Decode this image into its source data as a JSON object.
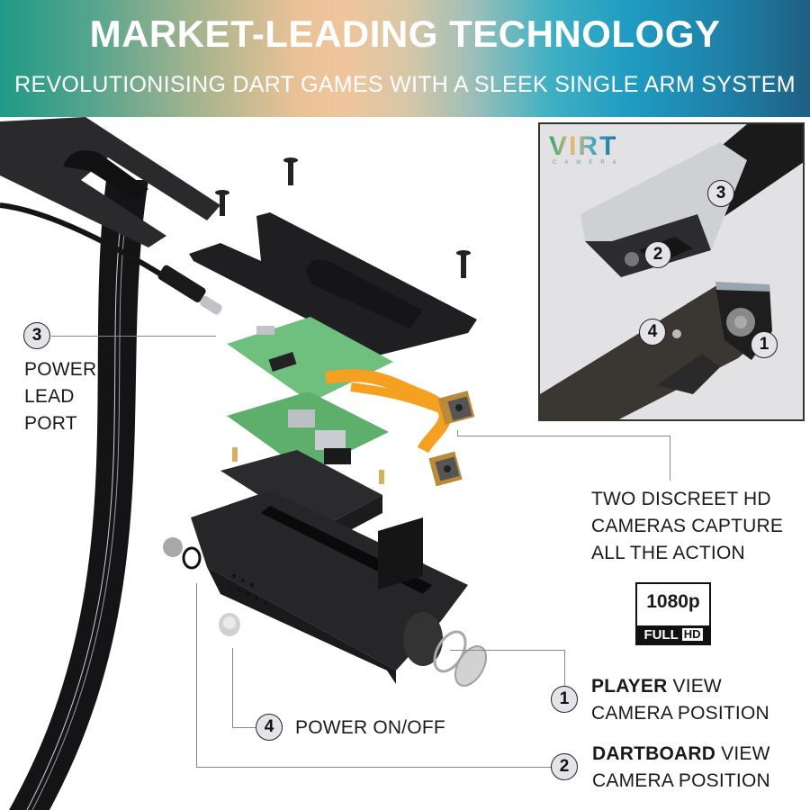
{
  "header": {
    "title": "MARKET-LEADING TECHNOLOGY",
    "subtitle": "REVOLUTIONISING DART GAMES WITH A SLEEK SINGLE ARM SYSTEM"
  },
  "inset": {
    "logo_text": "VIRT",
    "logo_subtext": "CAMERA",
    "markers": [
      "3",
      "2",
      "4",
      "1"
    ]
  },
  "callouts": [
    {
      "number": "3",
      "lines": [
        "POWER",
        "LEAD",
        "PORT"
      ]
    },
    {
      "number": "4",
      "text": "POWER ON/OFF"
    },
    {
      "number": "1",
      "bold": "PLAYER",
      "rest": " VIEW",
      "line2": "CAMERA POSITION"
    },
    {
      "number": "2",
      "bold": "DARTBOARD",
      "rest": " VIEW",
      "line2": "CAMERA POSITION"
    }
  ],
  "cameras_note": {
    "lines": [
      "TWO DISCREET HD",
      "CAMERAS CAPTURE",
      "ALL THE ACTION"
    ]
  },
  "badge": {
    "resolution": "1080p",
    "full": "FULL",
    "hd": "HD"
  },
  "colors": {
    "callout_line": "#888888",
    "marker_fill": "#e4e4e8",
    "ribbon_orange": "#f39a1e",
    "pcb_green": "#5fae6a",
    "housing_dark": "#1c1c1e"
  }
}
